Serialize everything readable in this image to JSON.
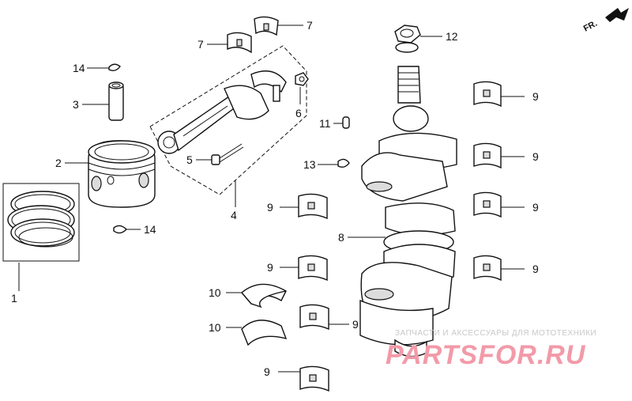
{
  "orientation": {
    "label": "FR."
  },
  "callouts": {
    "c1": "1",
    "c2": "2",
    "c3": "3",
    "c4": "4",
    "c5": "5",
    "c6": "6",
    "c7a": "7",
    "c7b": "7",
    "c8": "8",
    "c9a": "9",
    "c9b": "9",
    "c9c": "9",
    "c9d": "9",
    "c9e": "9",
    "c9f": "9",
    "c9g": "9",
    "c9h": "9",
    "c10a": "10",
    "c10b": "10",
    "c11": "11",
    "c12": "12",
    "c13": "13",
    "c14a": "14",
    "c14b": "14"
  },
  "watermark": {
    "tagline": "ЗАПЧАСТИ И АКСЕССУАРЫ ДЛЯ МОТОТЕХНИКИ",
    "logo": "PARTSFOR.RU"
  }
}
